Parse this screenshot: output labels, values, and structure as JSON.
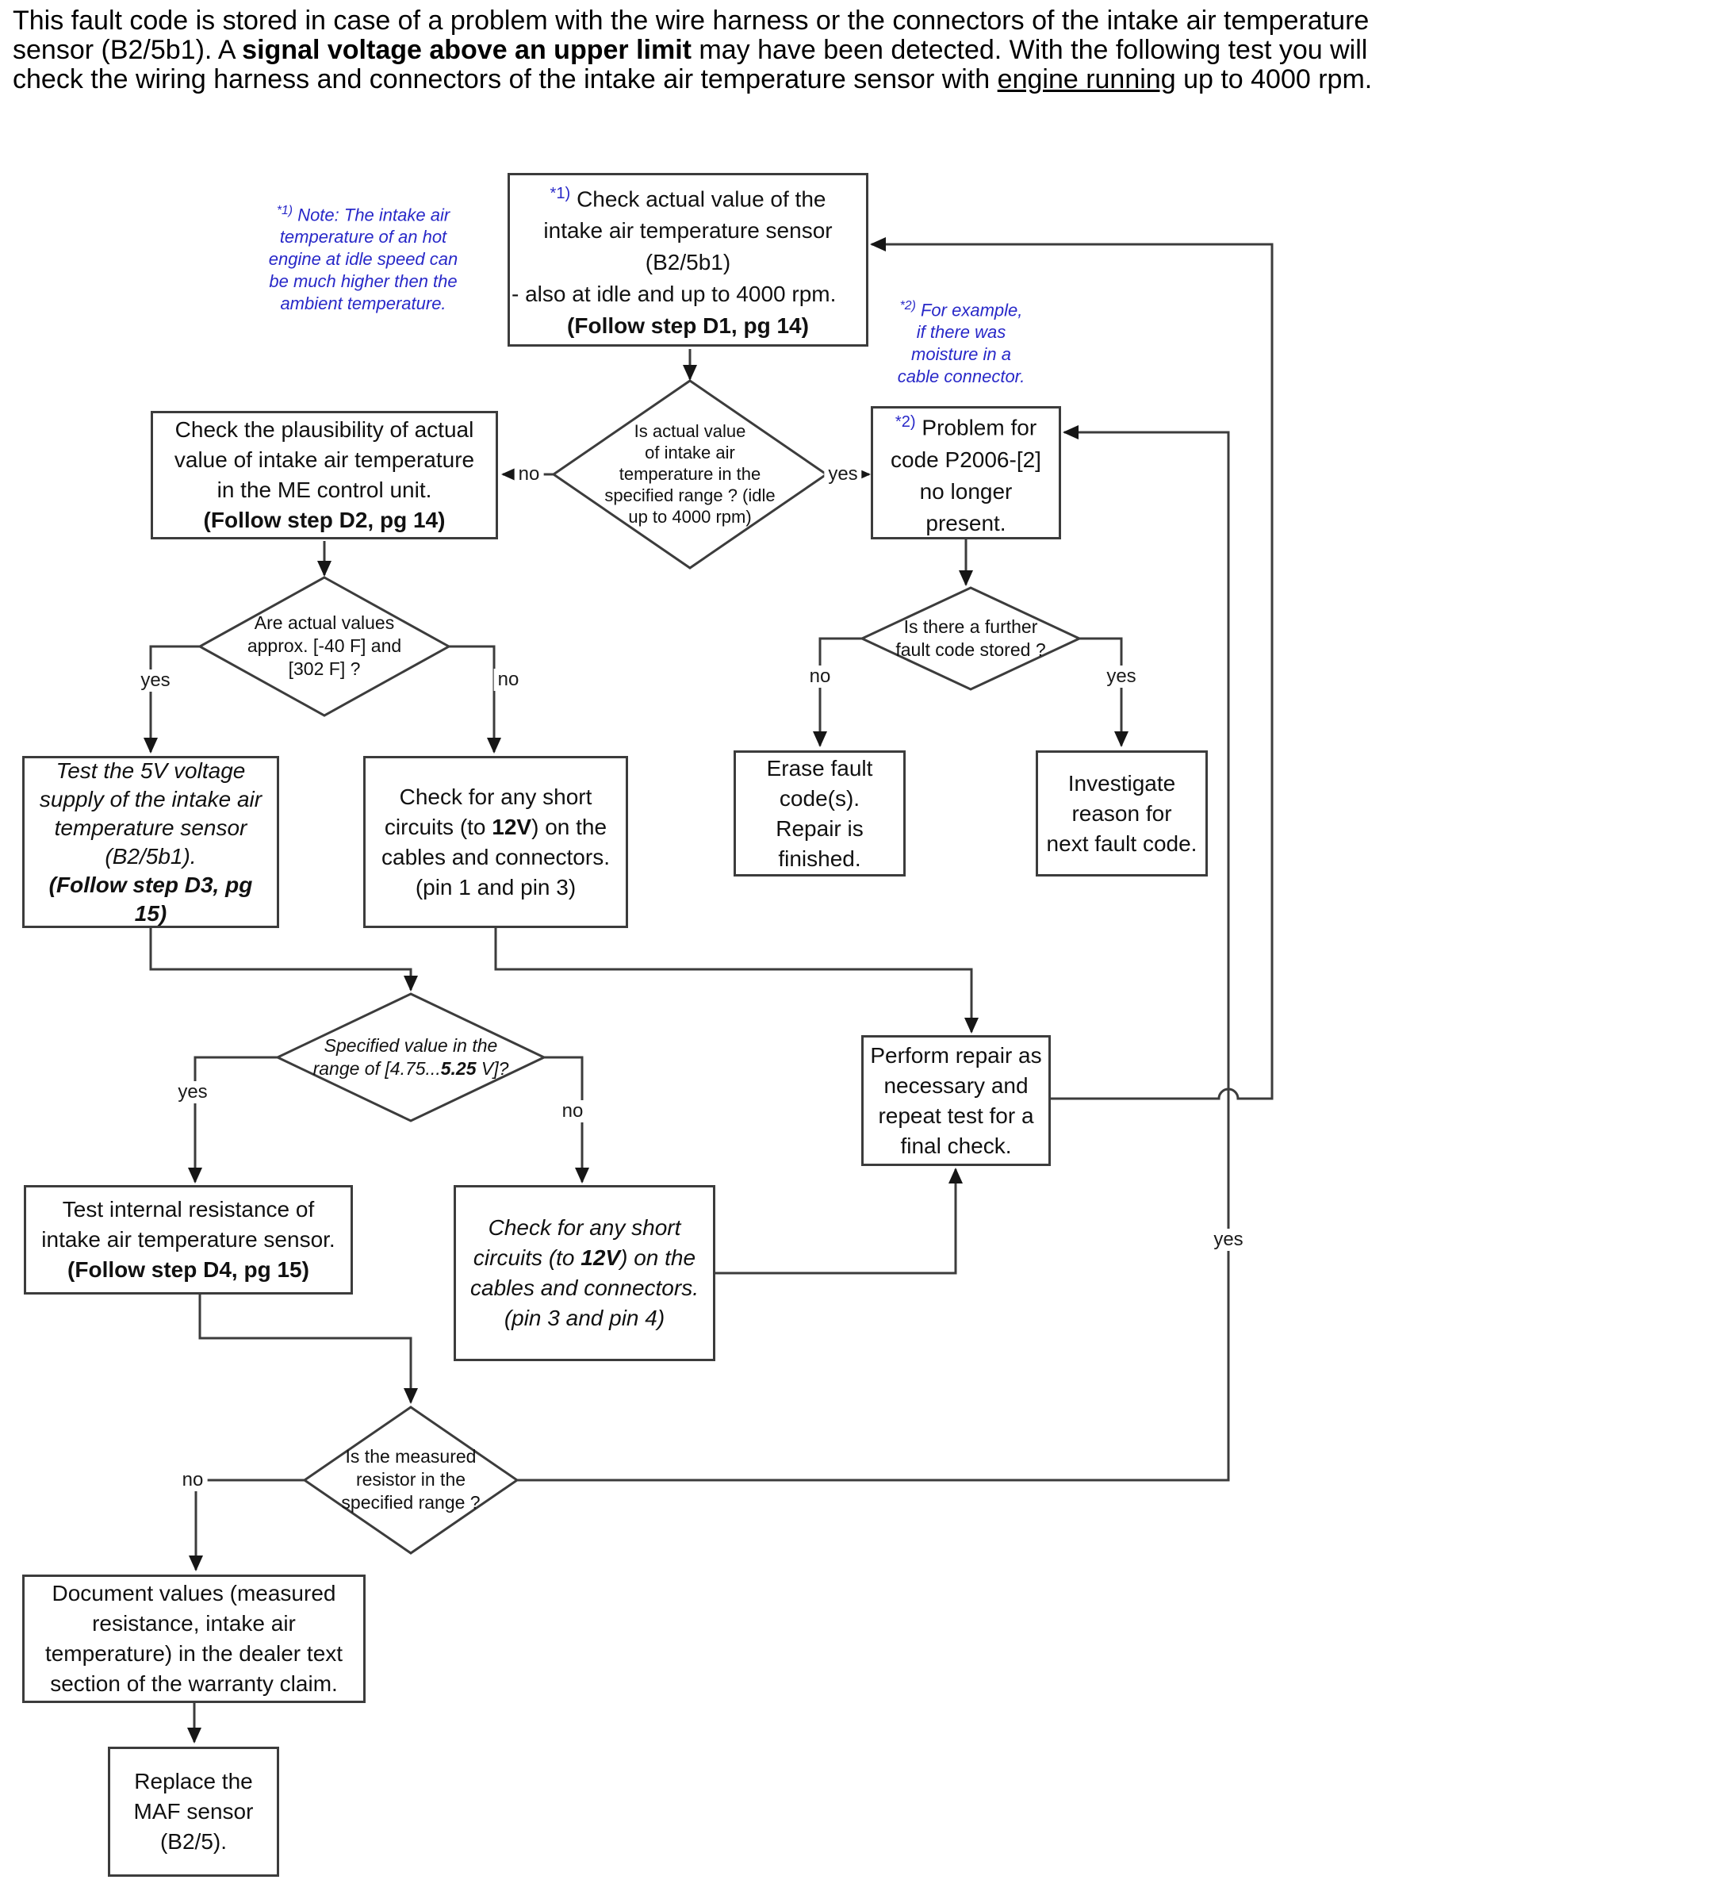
{
  "colors": {
    "note_blue": "#2828c8",
    "line_gray": "#3c3c3c",
    "text_black": "#111111",
    "background": "#ffffff"
  },
  "header": {
    "line1": "This fault code is stored in case of a problem with the wire harness or the connectors of the intake air temperature",
    "line2_pre": "sensor (B2/5b1). A ",
    "line2_bold": "signal voltage above an upper limit",
    "line2_post": " may have been detected. With the following test you will",
    "line3_pre": "check the wiring harness and connectors of the intake air temperature sensor with ",
    "line3_underlined": "engine running",
    "line3_post": " up to 4000 rpm."
  },
  "notes": {
    "note1": {
      "sup": "*1)",
      "lines": [
        "Note: The intake air",
        "temperature of an hot",
        "engine at idle speed can",
        "be much higher then the",
        "ambient temperature."
      ]
    },
    "note2": {
      "sup": "*2)",
      "lines": [
        "For example,",
        "if there was",
        "moisture in a",
        "cable connector."
      ]
    }
  },
  "boxes": {
    "check_actual_value": {
      "sup": "*1)",
      "line1": "Check actual value of the",
      "line2": "intake air temperature sensor",
      "line3": "(B2/5b1)",
      "line4": "- also at idle and up to 4000 rpm.",
      "line5_bold": "(Follow step D1, pg 14)"
    },
    "check_plausibility": {
      "line1": "Check the plausibility of actual",
      "line2": "value of intake air temperature",
      "line3": "in the ME control unit.",
      "line4_bold": "(Follow step D2, pg 14)"
    },
    "problem_no_longer_present": {
      "sup": "*2)",
      "line1": "Problem for",
      "line2": "code P2006-[2]",
      "line3": "no longer",
      "line4": "present."
    },
    "test_5v_supply": {
      "line1": "Test the 5V voltage",
      "line2": "supply of the intake air",
      "line3": "temperature sensor",
      "line4": "(B2/5b1).",
      "line5_bold": "(Follow step D3, pg",
      "line6_bold": "15)"
    },
    "check_short_pin1_3": {
      "line1": "Check for any short",
      "line2_pre": "circuits (to ",
      "line2_bold": "12V",
      "line2_post": ") on the",
      "line3": "cables and connectors.",
      "line4": "(pin 1 and pin 3)"
    },
    "erase_fault_codes": {
      "line1": "Erase fault",
      "line2": "code(s).",
      "line3": "Repair is",
      "line4": "finished."
    },
    "investigate_reason": {
      "line1": "Investigate",
      "line2": "reason for",
      "line3": "next fault code."
    },
    "test_internal_resistance": {
      "line1": "Test internal resistance of",
      "line2": "intake air temperature sensor.",
      "line3_bold": "(Follow step D4, pg 15)"
    },
    "perform_repair": {
      "line1": "Perform repair as",
      "line2": "necessary and",
      "line3": "repeat test  for a",
      "line4": "final check."
    },
    "check_short_pin3_4": {
      "line1": "Check for any short",
      "line2_pre": "circuits (to ",
      "line2_bold": "12V",
      "line2_post": ") on the",
      "line3": "cables and connectors.",
      "line4": "(pin 3 and pin 4)"
    },
    "document_values": {
      "line1": "Document values (measured",
      "line2": "resistance, intake air",
      "line3": "temperature) in the dealer text",
      "line4": "section of the warranty claim."
    },
    "replace_maf": {
      "line1": "Replace the",
      "line2": "MAF sensor",
      "line3": "(B2/5)."
    }
  },
  "diamonds": {
    "actual_value_in_range": {
      "line1": "Is actual value",
      "line2": "of intake air",
      "line3": "temperature in the",
      "line4": "specified range ? (idle",
      "line5": "up to 4000 rpm)"
    },
    "actual_values_approx": {
      "line1": "Are actual values",
      "line2": "approx. [-40 F] and",
      "line3": "[302 F] ?"
    },
    "further_fault_code": {
      "line1": "Is there a further",
      "line2": "fault code stored ?"
    },
    "specified_value_range": {
      "line1": "Specified value in the",
      "line2_pre": "range of [4.75...",
      "line2_bold": "5.25",
      "line2_post": " V]?"
    },
    "measured_resistor_range": {
      "line1": "Is the measured",
      "line2": "resistor in the",
      "line3": "specified range ?"
    }
  },
  "branch_labels": {
    "yes": "yes",
    "no": "no"
  }
}
